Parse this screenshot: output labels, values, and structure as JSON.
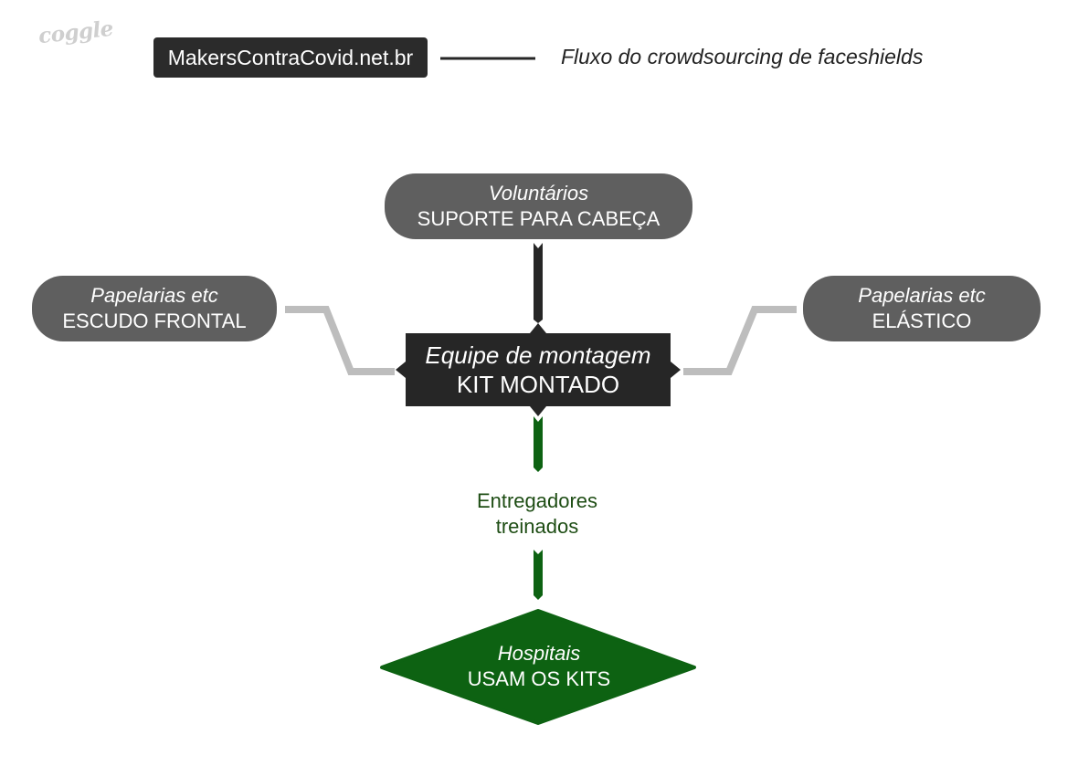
{
  "header": {
    "logo": "coggle",
    "tag": "MakersContraCovid.net.br",
    "subtitle": "Fluxo do crowdsourcing de faceshields"
  },
  "nodes": {
    "top": {
      "role": "Voluntários",
      "item": "SUPORTE PARA CABEÇA"
    },
    "left": {
      "role": "Papelarias etc",
      "item": "ESCUDO FRONTAL"
    },
    "right": {
      "role": "Papelarias etc",
      "item": "ELÁSTICO"
    },
    "center": {
      "role": "Equipe de montagem",
      "item": "KIT MONTADO"
    },
    "bottom": {
      "role": "Hospitais",
      "item": "USAM OS KITS"
    }
  },
  "edge_label": {
    "line1": "Entregadores",
    "line2": "treinados"
  },
  "colors": {
    "node_grey": "#5f5f5f",
    "central_dark": "#262626",
    "hospital_green": "#0d6212",
    "wire_dark": "#262626",
    "wire_grey": "#bdbdbd",
    "wire_green": "#0d6212",
    "label_green": "#1e4d14"
  }
}
